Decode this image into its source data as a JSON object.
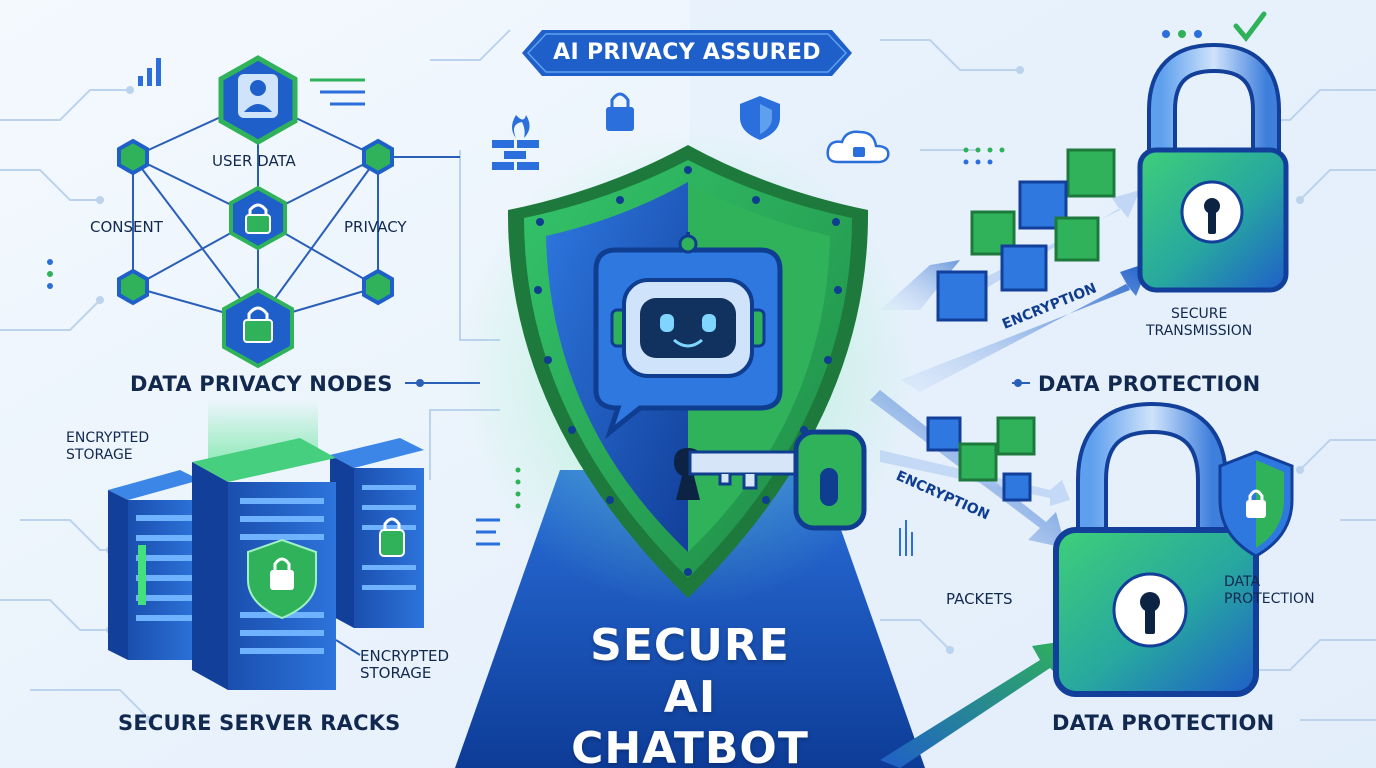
{
  "header_badge": "AI PRIVACY ASSURED",
  "title": {
    "line1": "SECURE",
    "line2": "AI CHATBOT"
  },
  "labels": {
    "user_data": "USER DATA",
    "consent": "CONSENT",
    "privacy": "PRIVACY",
    "data_privacy_nodes": "DATA PRIVACY NODES",
    "encrypted_storage_top": "ENCRYPTED\nSTORAGE",
    "encrypted_storage_bottom": "ENCRYPTED\nSTORAGE",
    "secure_server_racks": "SECURE SERVER RACKS",
    "encryption_top": "ENCRYPTION",
    "encryption_bottom": "ENCRYPTION",
    "secure_transmission": "SECURE\nTRANSMISSION",
    "data_protection_right": "DATA PROTECTION",
    "packets": "PACKETS",
    "data_protection_small": "DATA\nPROTECTION",
    "data_protection_bottom": "DATA PROTECTION"
  },
  "colors": {
    "primary_blue": "#1f5fc9",
    "deep_blue": "#0f3d8f",
    "primary_green": "#2fb25a",
    "dark_green": "#1d7a3c",
    "navy_text": "#12294f",
    "background": "#eef5fc"
  },
  "icons": [
    "user-icon",
    "lock-icon",
    "shield-icon",
    "firewall-icon",
    "cloud-lock-icon",
    "robot-icon",
    "key-icon",
    "checkmark-icon",
    "server-rack-icon",
    "padlock-icon",
    "arrow-icon",
    "cube-icon"
  ]
}
